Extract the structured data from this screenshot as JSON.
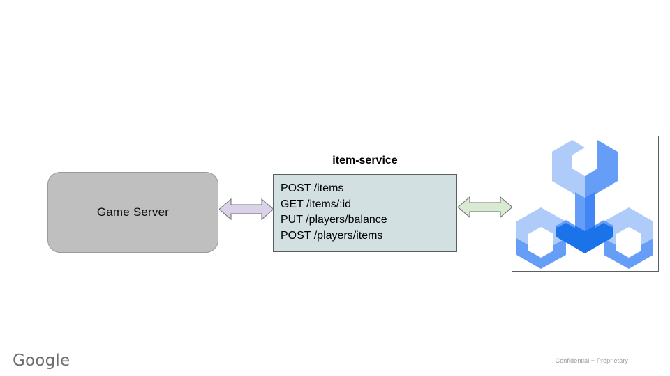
{
  "slide": {
    "background_color": "#ffffff",
    "footer": {
      "brand": "Google",
      "brand_color": "#6e6e6e",
      "confidential": "Confidential + Proprietary",
      "confidential_color": "#9b9b9b"
    }
  },
  "diagram": {
    "type": "architecture-flow",
    "nodes": [
      {
        "id": "game-server",
        "label": "Game Server",
        "shape": "rounded-rectangle",
        "fill": "#bfbfbf",
        "stroke": "#9a9a9a"
      },
      {
        "id": "item-service",
        "title": "item-service",
        "shape": "rectangle",
        "fill": "#d3e0e2",
        "stroke": "#5b5f62",
        "endpoints": [
          "POST /items",
          "GET /items/:id",
          "PUT /players/balance",
          "POST /players/items"
        ]
      },
      {
        "id": "logo-panel",
        "shape": "rectangle",
        "fill": "#ffffff",
        "stroke": "#5b5f62",
        "image": "isometric-wrench-logo",
        "image_colors": {
          "light": "#aecbfa",
          "medium": "#669df6",
          "dark": "#4285f4",
          "core": "#1a73e8"
        }
      }
    ],
    "connectors": [
      {
        "id": "gameserver-to-item-service",
        "from": "game-server",
        "to": "item-service",
        "style": "double-headed-arrow",
        "fill": "#d9d2e9",
        "stroke": "#666666"
      },
      {
        "id": "item-service-to-logo",
        "from": "item-service",
        "to": "logo-panel",
        "style": "double-headed-arrow",
        "fill": "#d9ead3",
        "stroke": "#666666"
      }
    ]
  }
}
